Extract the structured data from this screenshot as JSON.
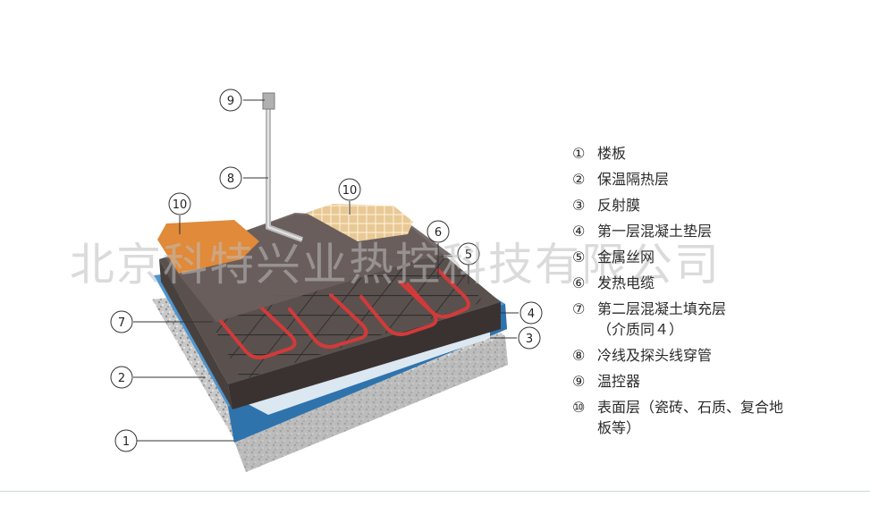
{
  "callouts": [
    "⑨",
    "⑧",
    "⑩",
    "⑩",
    "⑥",
    "⑤",
    "④",
    "③",
    "⑦",
    "②",
    "①"
  ],
  "callout_numbers": [
    "9",
    "8",
    "10",
    "10",
    "6",
    "5",
    "4",
    "3",
    "7",
    "2",
    "1"
  ],
  "legend": [
    {
      "num": "①",
      "text": "楼板"
    },
    {
      "num": "②",
      "text": "保温隔热层"
    },
    {
      "num": "③",
      "text": "反射膜"
    },
    {
      "num": "④",
      "text": "第一层混凝土垫层"
    },
    {
      "num": "⑤",
      "text": "金属丝网"
    },
    {
      "num": "⑥",
      "text": "发热电缆"
    },
    {
      "num": "⑦",
      "text": "第二层混凝土填充层\n（介质同４）"
    },
    {
      "num": "⑧",
      "text": "冷线及探头线穿管"
    },
    {
      "num": "⑨",
      "text": "温控器"
    },
    {
      "num": "⑩",
      "text": "表面层（瓷砖、石质、复合地\n板等）"
    }
  ],
  "watermark": "北京科特兴业热控科技有限公司",
  "colors": {
    "slab": "#b9b9b9",
    "insulation": "#4a90c8",
    "concrete": "#4b4341",
    "cable": "#d23a3a",
    "tile_orange": "#e08a3a",
    "tile_beige": "#e7c896"
  }
}
